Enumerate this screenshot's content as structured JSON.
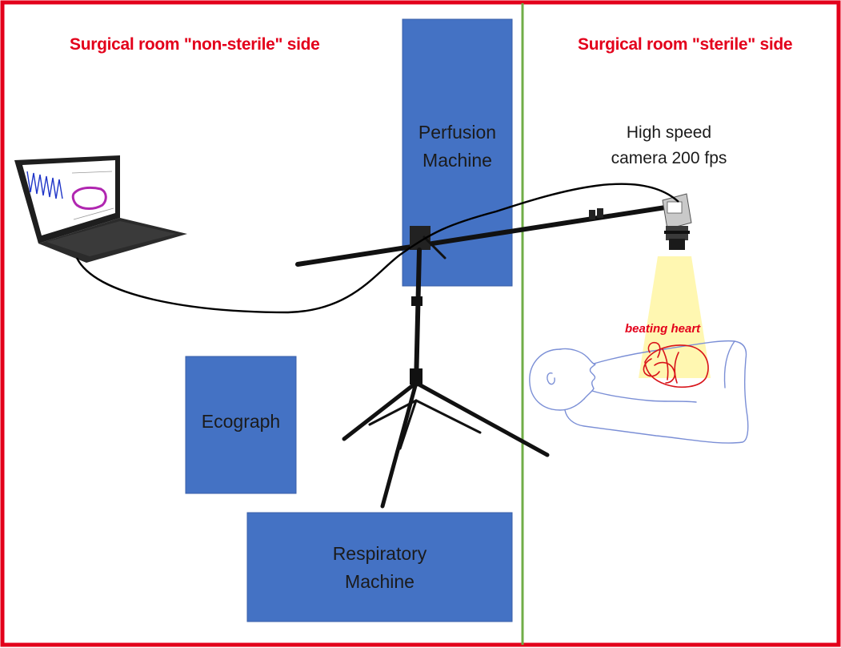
{
  "colors": {
    "border": "#e3001b",
    "divider": "#70ad47",
    "equipment_box": "#4472c4",
    "title_text": "#e3001b",
    "light_cone": "#fff6a8",
    "patient_outline": "#7b8fd6",
    "heart": "#d8141a"
  },
  "zones": {
    "non_sterile_title": "Surgical room \"non-sterile\" side",
    "sterile_title": "Surgical room \"sterile\" side"
  },
  "equipment": {
    "perfusion": {
      "line1": "Perfusion",
      "line2": "Machine"
    },
    "ecograph": {
      "label": "Ecograph"
    },
    "respiratory": {
      "line1": "Respiratory",
      "line2": "Machine"
    }
  },
  "camera": {
    "line1": "High speed",
    "line2": "camera 200 fps",
    "icon": "camera-icon"
  },
  "patient": {
    "heart_label": "beating heart",
    "icon": "patient-outline-icon"
  },
  "laptop": {
    "icon": "laptop-icon"
  },
  "tripod": {
    "icon": "tripod-boom-icon"
  }
}
